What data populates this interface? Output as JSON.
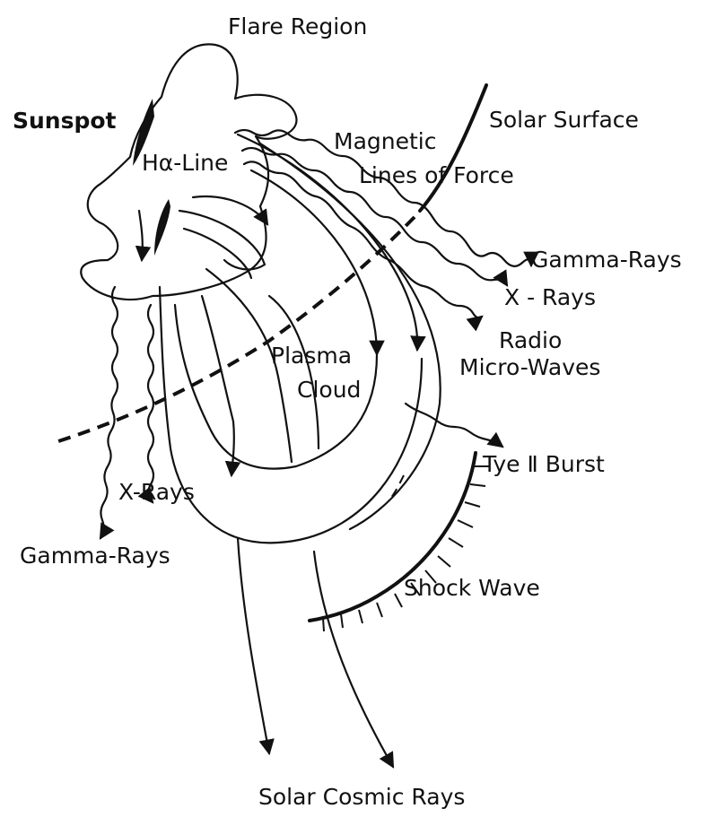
{
  "diagram": {
    "labels": {
      "flare_region": "Flare Region",
      "sunspot": "Sunspot",
      "h_alpha_line": "Hα-Line",
      "solar_surface": "Solar Surface",
      "magnetic_lines_1": "Magnetic",
      "magnetic_lines_2": "Lines of Force",
      "gamma_rays_right": "Gamma-Rays",
      "x_rays_right": "X - Rays",
      "radio": "Radio",
      "micro_waves": "Micro-Waves",
      "plasma": "Plasma",
      "cloud": "Cloud",
      "tye_burst": "Tye Ⅱ Burst",
      "x_rays_left": "X-Rays",
      "gamma_rays_left": "Gamma-Rays",
      "shock_wave": "Shock Wave",
      "solar_cosmic_rays": "Solar Cosmic Rays"
    }
  }
}
